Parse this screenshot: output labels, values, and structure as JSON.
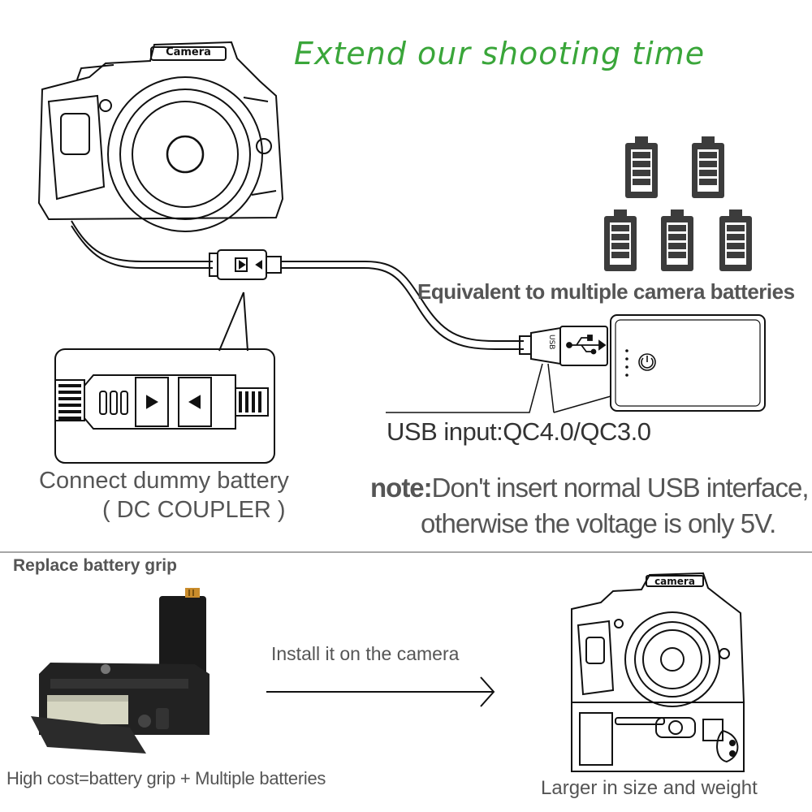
{
  "headline": "Extend our shooting time",
  "camera_top_label": "Camera",
  "batteries_caption": "Equivalent to multiple camera batteries",
  "usb_plug_label": "USB",
  "usb_input_label": "USB input:QC4.0/QC3.0",
  "note_prefix": "note:",
  "note_line1": "Don't insert normal USB interface,",
  "note_line2": "otherwise the voltage is only 5V.",
  "coupler_line1": "Connect dummy battery",
  "coupler_line2": "( DC COUPLER )",
  "grip_section_title": "Replace battery grip",
  "install_label": "Install it on the camera",
  "cost_label": "High cost=battery grip + Multiple batteries",
  "camera_bottom_label": "camera",
  "size_label": "Larger in size and weight",
  "colors": {
    "headline": "#3aa63a",
    "battery": "#3c3c3c",
    "line": "#111111",
    "text": "#555555"
  }
}
